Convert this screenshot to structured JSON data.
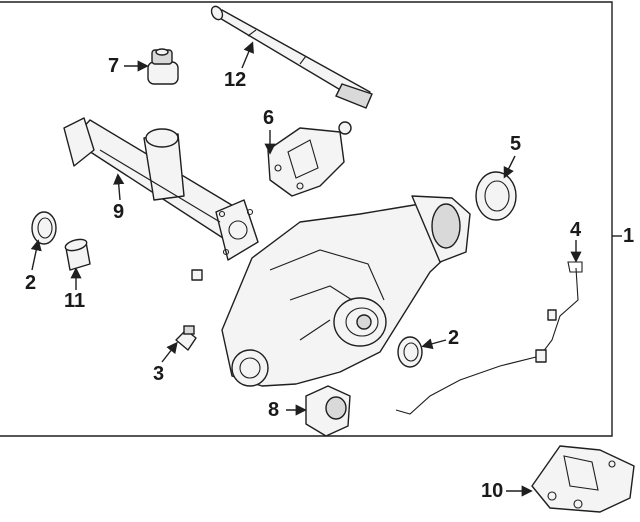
{
  "diagram": {
    "callouts": [
      {
        "id": "c1",
        "label": "1"
      },
      {
        "id": "c2a",
        "label": "2"
      },
      {
        "id": "c2b",
        "label": "2"
      },
      {
        "id": "c3",
        "label": "3"
      },
      {
        "id": "c4",
        "label": "4"
      },
      {
        "id": "c5",
        "label": "5"
      },
      {
        "id": "c6",
        "label": "6"
      },
      {
        "id": "c7",
        "label": "7"
      },
      {
        "id": "c8",
        "label": "8"
      },
      {
        "id": "c9",
        "label": "9"
      },
      {
        "id": "c10",
        "label": "10"
      },
      {
        "id": "c11",
        "label": "11"
      },
      {
        "id": "c12",
        "label": "12"
      }
    ]
  }
}
